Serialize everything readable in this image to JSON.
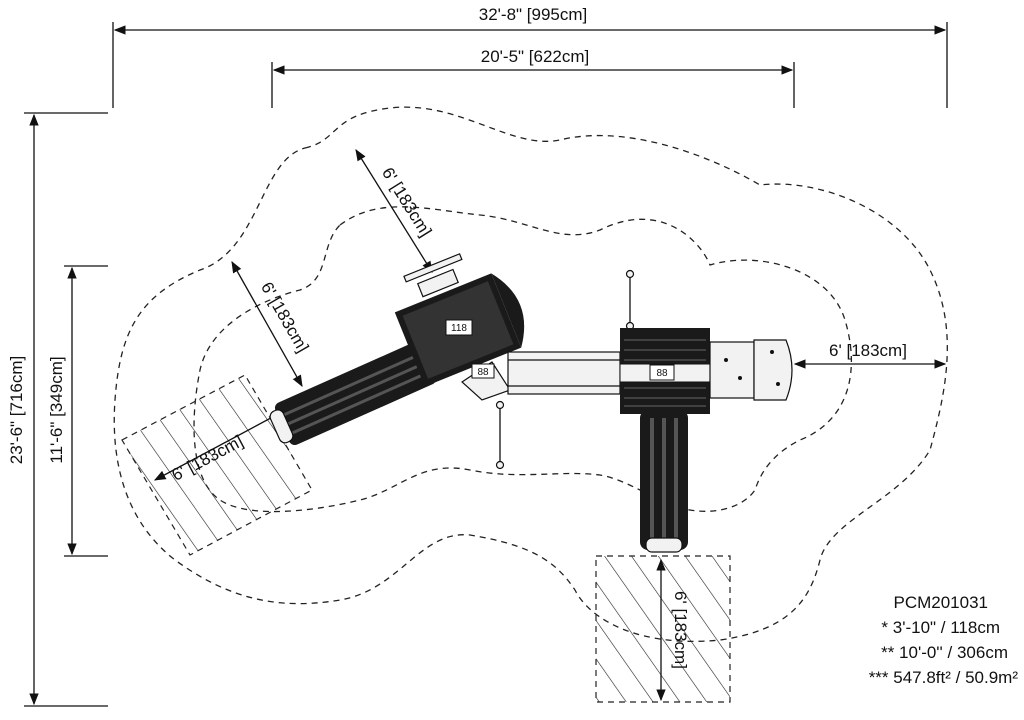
{
  "dimensions": {
    "overall_width": "32'-8\" [995cm]",
    "structure_width": "20'-5\" [622cm]",
    "overall_depth": "23'-6\" [716cm]",
    "structure_depth": "11'-6\" [349cm]",
    "clearance_top": "6' [183cm]",
    "clearance_left": "6' [183cm]",
    "clearance_right": "6' [183cm]",
    "slide_zone_left": "6' [183cm]",
    "slide_zone_bottom": "6' [183cm]"
  },
  "deck_labels": {
    "deck_upper": "118",
    "deck_small": "88",
    "deck_right": "88"
  },
  "specs": {
    "model": "PCM201031",
    "deck_height": "* 3'-10\" / 118cm",
    "fall_height": "** 10'-0'' / 306cm",
    "use_zone_area": "*** 547.8ft² / 50.9m²"
  }
}
